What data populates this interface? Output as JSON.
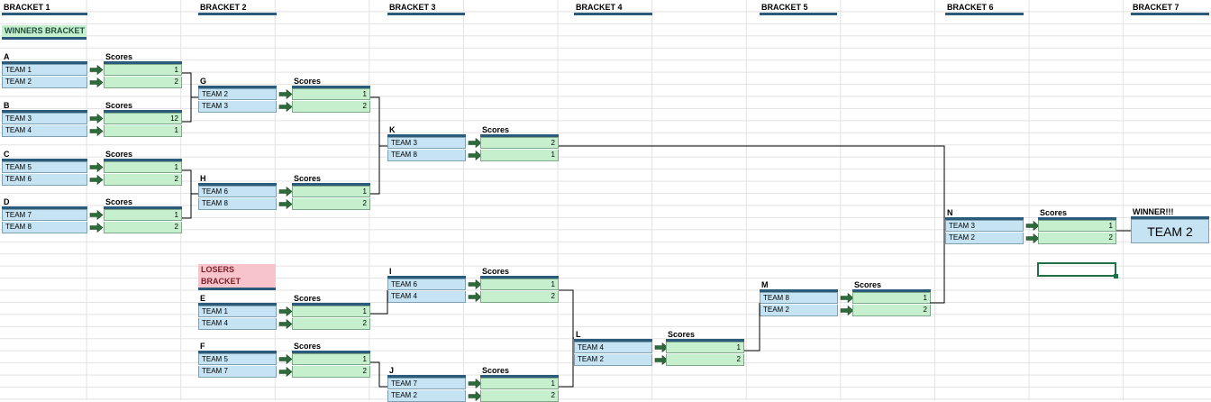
{
  "bracket_headers": [
    "BRACKET 1",
    "BRACKET 2",
    "BRACKET 3",
    "BRACKET 4",
    "BRACKET 5",
    "BRACKET 6",
    "BRACKET 7"
  ],
  "winners_label": "WINNERS BRACKET",
  "losers_label": "LOSERS BRACKET",
  "scores_label": "Scores",
  "winner_label": "WINNER!!!",
  "winner_team": "TEAM 2",
  "matches": {
    "A": {
      "label": "A",
      "team1": "TEAM 1",
      "team2": "TEAM 2",
      "score1": "1",
      "score2": "2"
    },
    "B": {
      "label": "B",
      "team1": "TEAM 3",
      "team2": "TEAM 4",
      "score1": "12",
      "score2": "1"
    },
    "C": {
      "label": "C",
      "team1": "TEAM 5",
      "team2": "TEAM 6",
      "score1": "1",
      "score2": "2"
    },
    "D": {
      "label": "D",
      "team1": "TEAM 7",
      "team2": "TEAM 8",
      "score1": "1",
      "score2": "2"
    },
    "G": {
      "label": "G",
      "team1": "TEAM 2",
      "team2": "TEAM 3",
      "score1": "1",
      "score2": "2"
    },
    "H": {
      "label": "H",
      "team1": "TEAM 6",
      "team2": "TEAM 8",
      "score1": "1",
      "score2": "2"
    },
    "K": {
      "label": "K",
      "team1": "TEAM 3",
      "team2": "TEAM 8",
      "score1": "2",
      "score2": "1"
    },
    "E": {
      "label": "E",
      "team1": "TEAM 1",
      "team2": "TEAM 4",
      "score1": "1",
      "score2": "2"
    },
    "F": {
      "label": "F",
      "team1": "TEAM 5",
      "team2": "TEAM 7",
      "score1": "1",
      "score2": "2"
    },
    "I": {
      "label": "I",
      "team1": "TEAM 6",
      "team2": "TEAM 4",
      "score1": "1",
      "score2": "2"
    },
    "J": {
      "label": "J",
      "team1": "TEAM 7",
      "team2": "TEAM 2",
      "score1": "1",
      "score2": "2"
    },
    "L": {
      "label": "L",
      "team1": "TEAM 4",
      "team2": "TEAM 2",
      "score1": "1",
      "score2": "2"
    },
    "M": {
      "label": "M",
      "team1": "TEAM 8",
      "team2": "TEAM 2",
      "score1": "1",
      "score2": "2"
    },
    "N": {
      "label": "N",
      "team1": "TEAM 3",
      "team2": "TEAM 2",
      "score1": "1",
      "score2": "2"
    }
  }
}
